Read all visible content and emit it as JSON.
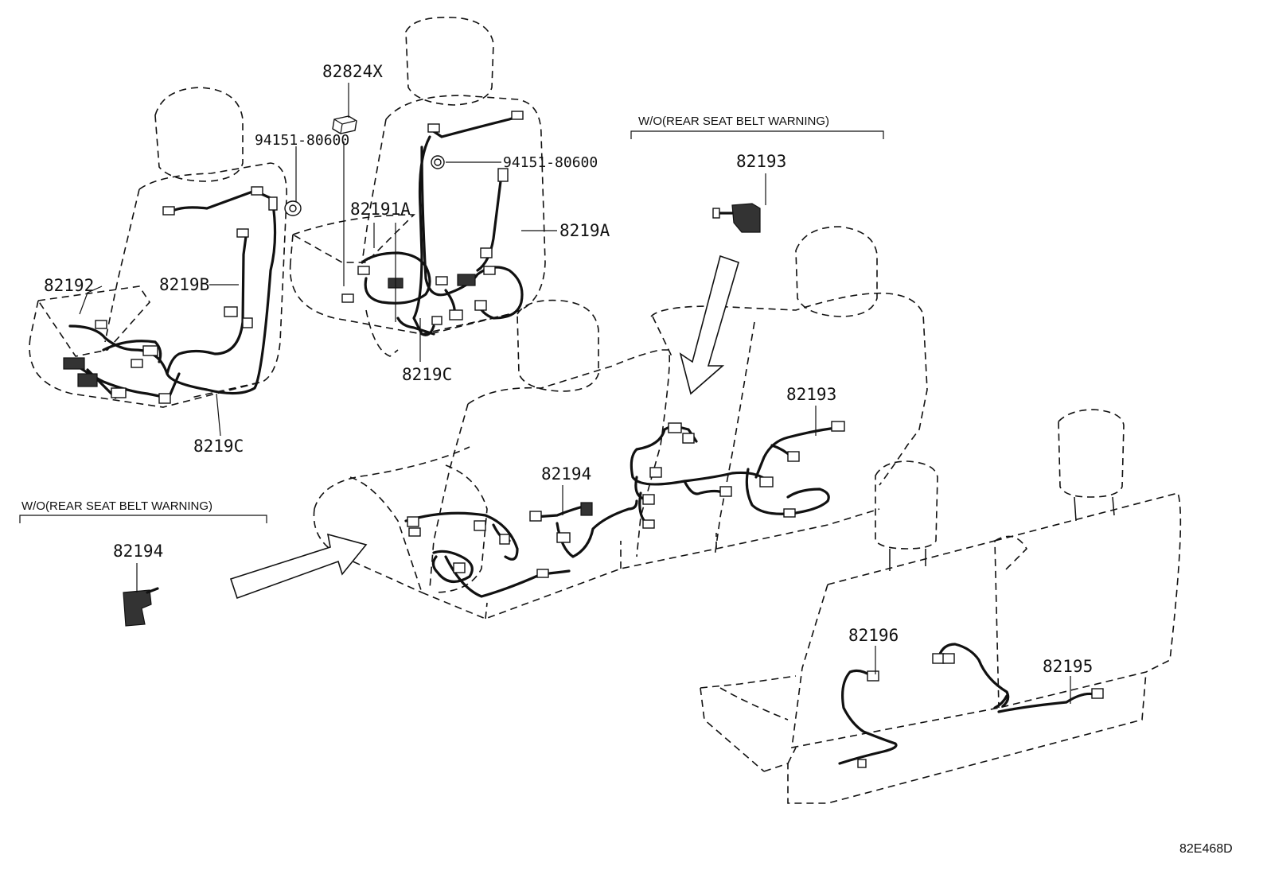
{
  "diagram_code": "82E468D",
  "notes": {
    "top_right": "W/O(REAR SEAT BELT WARNING)",
    "left": "W/O(REAR SEAT BELT WARNING)"
  },
  "parts": {
    "p82824x": "82824X",
    "p94151_left": "94151-80600",
    "p94151_right": "94151-80600",
    "p82191a": "82191A",
    "p8219a": "8219A",
    "p82192": "82192",
    "p8219b": "8219B",
    "p8219c_left": "8219C",
    "p8219c_mid": "8219C",
    "p82193_top": "82193",
    "p82193_mid": "82193",
    "p82194_mid": "82194",
    "p82194_left": "82194",
    "p82196": "82196",
    "p82195": "82195"
  }
}
